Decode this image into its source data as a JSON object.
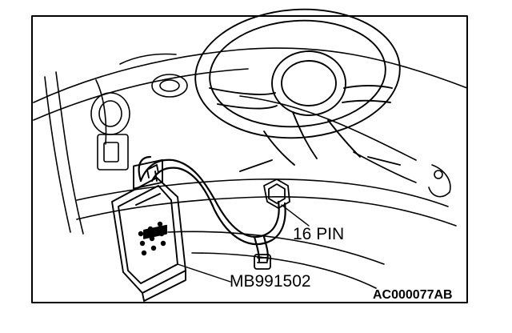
{
  "figure": {
    "labels": {
      "connector": "16 PIN",
      "tester_part": "MB991502",
      "figure_code": "AC000077AB"
    },
    "colors": {
      "ink": "#000000",
      "paper": "#ffffff"
    },
    "icons": [
      "steering-wheel-icon",
      "diagnostic-tester-icon",
      "obd-connector-icon"
    ]
  }
}
